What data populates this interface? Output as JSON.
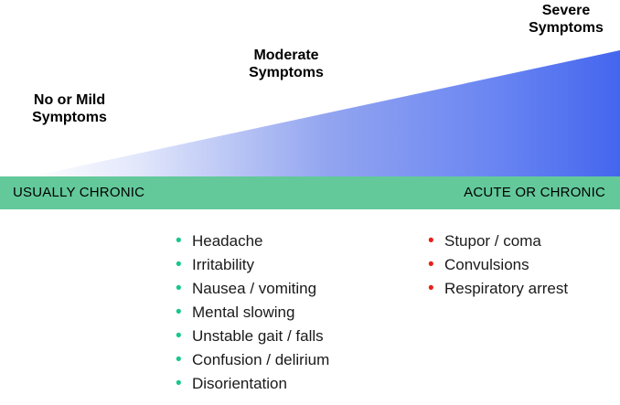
{
  "severity_labels": [
    {
      "line1": "No or Mild",
      "line2": "Symptoms"
    },
    {
      "line1": "Moderate",
      "line2": "Symptoms"
    },
    {
      "line1": "Severe",
      "line2": "Symptoms"
    }
  ],
  "band": {
    "left_label": "USUALLY CHRONIC",
    "right_label": "ACUTE OR CHRONIC",
    "color": "#63c99b"
  },
  "ramp": {
    "gradient_start": "#ffffff",
    "gradient_mid": "#93a5f0",
    "gradient_end": "#4466ee"
  },
  "symptom_columns": [
    {
      "bullet_color": "#17c78c",
      "items": [
        "Headache",
        "Irritability",
        "Nausea / vomiting",
        "Mental slowing",
        "Unstable gait / falls",
        "Confusion / delirium",
        "Disorientation"
      ]
    },
    {
      "bullet_color": "#e8201a",
      "items": [
        "Stupor / coma",
        "Convulsions",
        "Respiratory arrest"
      ]
    }
  ],
  "bullet_glyph": "•"
}
